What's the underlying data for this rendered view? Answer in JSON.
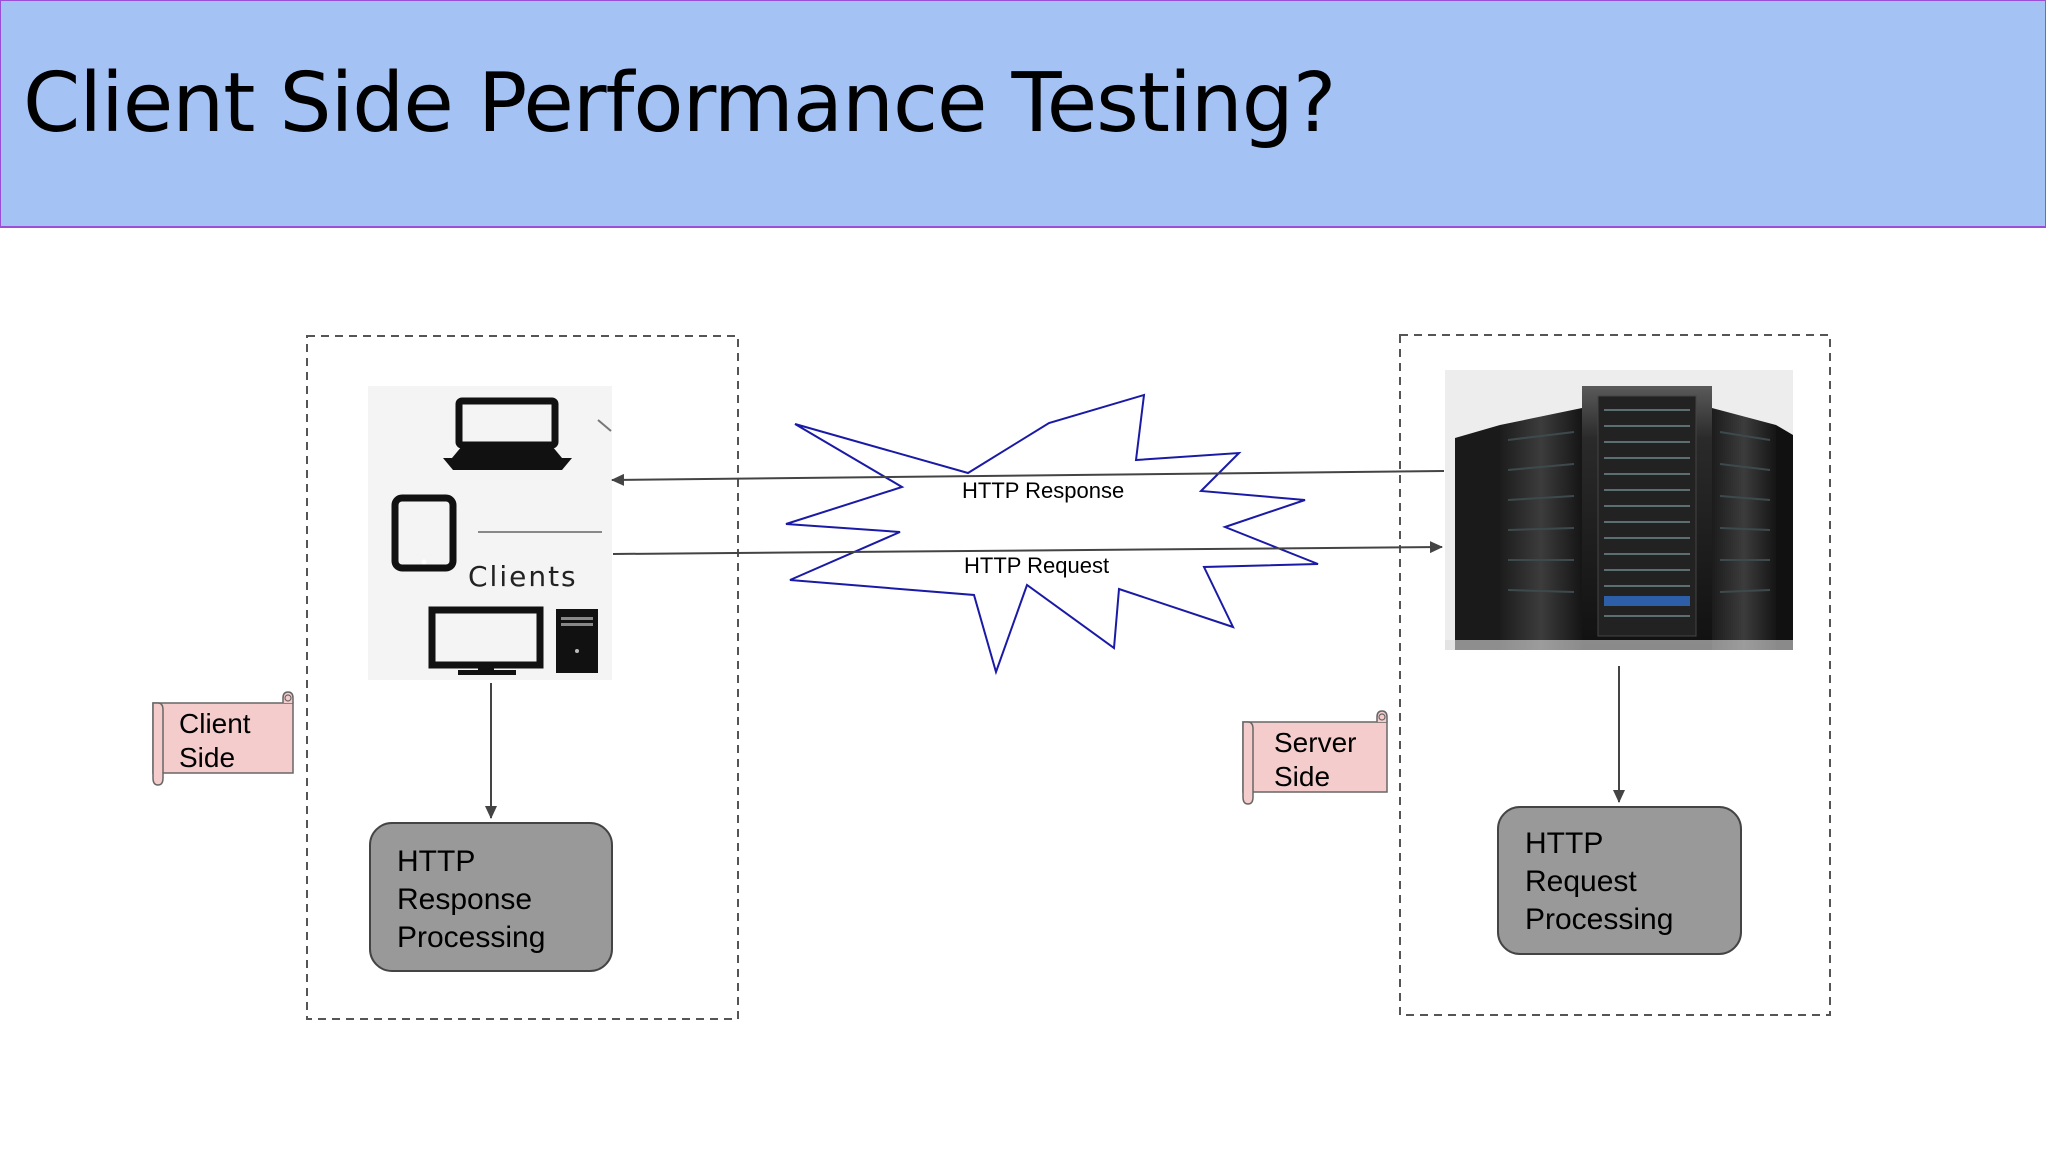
{
  "title": "Client Side Performance Testing?",
  "diagram": {
    "client_box": {
      "image_caption": "Clients",
      "processing_box": [
        "HTTP",
        "Response",
        "Processing"
      ]
    },
    "server_box": {
      "processing_box": [
        "HTTP",
        "Request",
        "Processing"
      ]
    },
    "arrows": {
      "response_label": "HTTP Response",
      "request_label": "HTTP Request"
    },
    "tags": {
      "client_tag": [
        "Client",
        "Side"
      ],
      "server_tag": [
        "Server",
        "Side"
      ]
    },
    "colors": {
      "title_bar": "#a4c2f4",
      "processing_box_fill": "#999999",
      "tag_fill": "#f4cccc",
      "burst_stroke": "#1a1aa6"
    }
  }
}
